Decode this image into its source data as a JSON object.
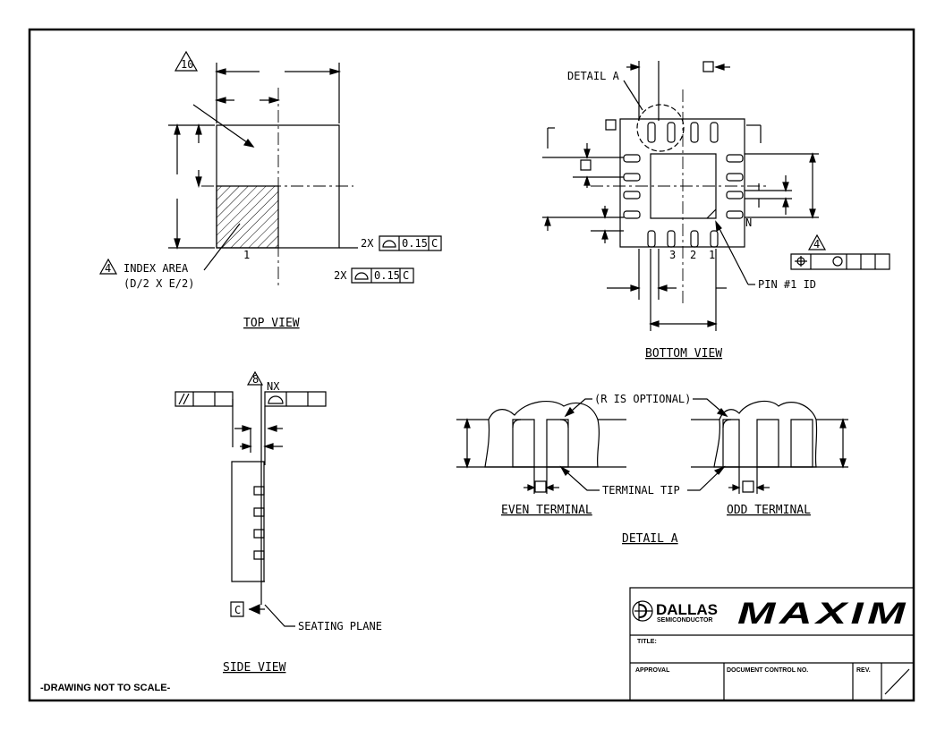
{
  "top_view": {
    "callout_10": "10",
    "callout_4": "4",
    "index_area_line1": "INDEX AREA",
    "index_area_line2": "(D/2 X E/2)",
    "pin_1": "1",
    "tol_right_mult": "2X",
    "tol_right_value": "0.15",
    "tol_right_datum": "C",
    "tol_bottom_mult": "2X",
    "tol_bottom_value": "0.15",
    "tol_bottom_datum": "C",
    "title": "TOP VIEW"
  },
  "bottom_view": {
    "detail_label": "DETAIL A",
    "pin_3": "3",
    "pin_2": "2",
    "pin_1": "1",
    "pin_n": "N",
    "pin1_id": "PIN #1 ID",
    "callout_4": "4",
    "title": "BOTTOM VIEW"
  },
  "side_view": {
    "callout_8": "8",
    "nx": "NX",
    "datum_c": "C",
    "seating_plane": "SEATING PLANE",
    "title": "SIDE VIEW"
  },
  "detail_a": {
    "r_optional": "(R IS OPTIONAL)",
    "terminal_tip": "TERMINAL TIP",
    "even_terminal": "EVEN TERMINAL",
    "odd_terminal": "ODD TERMINAL",
    "title": "DETAIL A"
  },
  "note": "-DRAWING NOT TO SCALE-",
  "title_block": {
    "brand_dallas": "DALLAS",
    "brand_semiconductor": "SEMICONDUCTOR",
    "brand_maxim": "MAXIM",
    "title_label": "TITLE:",
    "approval_label": "APPROVAL",
    "doc_control_label": "DOCUMENT CONTROL NO.",
    "rev_label": "REV."
  }
}
